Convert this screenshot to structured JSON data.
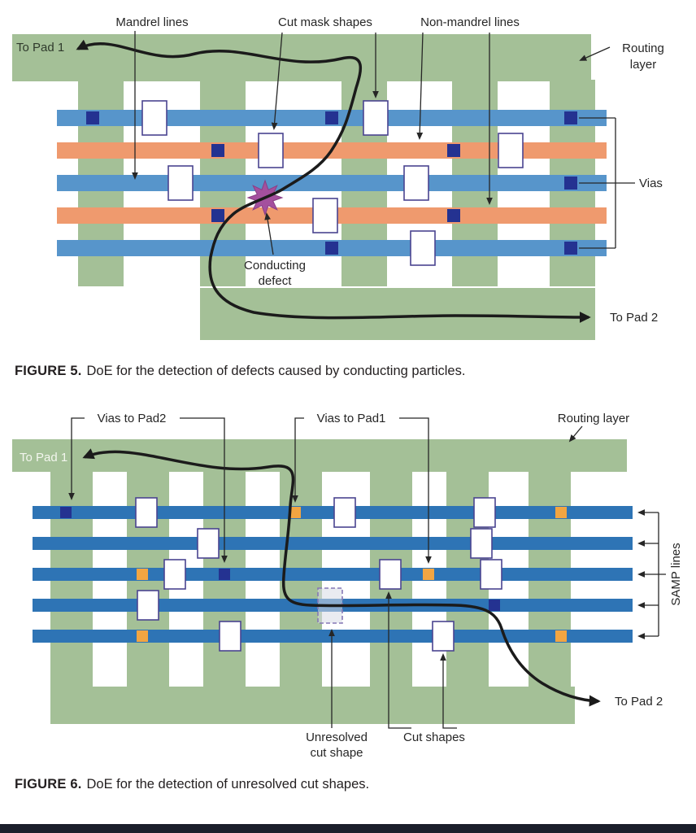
{
  "colors": {
    "routing_green": "#a4c097",
    "mandrel_blue": "#5795cb",
    "samp_blue": "#2e74b5",
    "non_mandrel_orange": "#ef9a6e",
    "via_navy": "#243291",
    "via_orange": "#f2a542",
    "cut_outline": "#4a4490",
    "unresolved_fill": "#d7dbe6",
    "unresolved_outline": "#8678b5",
    "defect_purple": "#a4509e",
    "wire_black": "#1b1b1b"
  },
  "figure5": {
    "to_pad_1": "To Pad 1",
    "to_pad_2": "To Pad 2",
    "label_mandrel": "Mandrel lines",
    "label_cut_mask": "Cut mask shapes",
    "label_non_mandrel": "Non-mandrel lines",
    "label_routing_line1": "Routing",
    "label_routing_line2": "layer",
    "label_vias": "Vias",
    "label_defect_line1": "Conducting",
    "label_defect_line2": "defect",
    "caption_tag": "FIGURE 5.",
    "caption_text": "DoE for the detection of defects caused by conducting particles."
  },
  "figure6": {
    "to_pad_1": "To Pad 1",
    "to_pad_2": "To Pad 2",
    "label_vias_pad2": "Vias to Pad2",
    "label_vias_pad1": "Vias to Pad1",
    "label_routing": "Routing layer",
    "label_samp": "SAMP lines",
    "label_unresolved_line1": "Unresolved",
    "label_unresolved_line2": "cut shape",
    "label_cut_shapes": "Cut shapes",
    "caption_tag": "FIGURE 6.",
    "caption_text": "DoE for the detection of unresolved cut shapes."
  }
}
